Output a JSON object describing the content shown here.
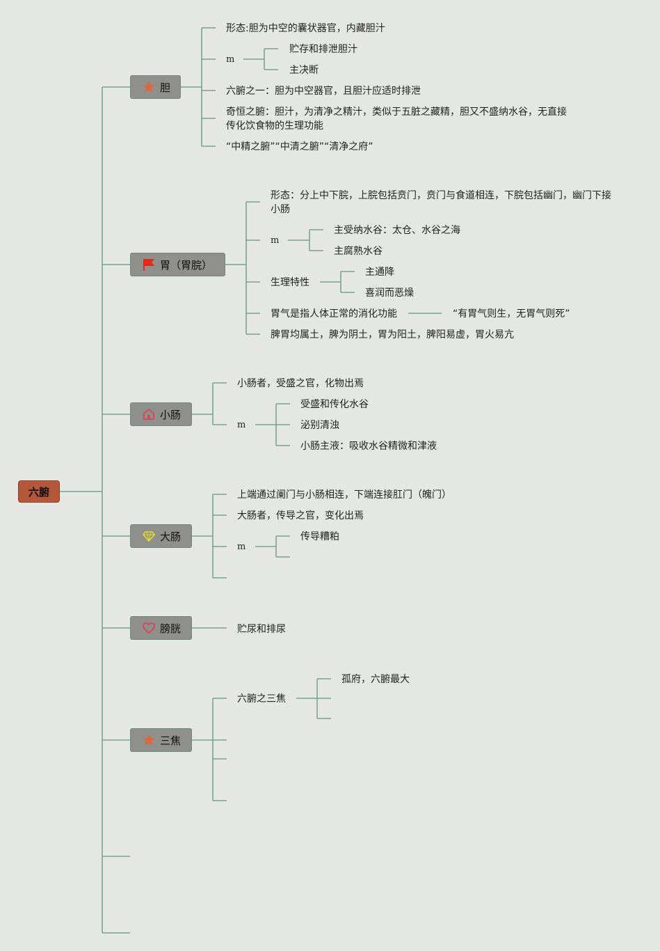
{
  "root": {
    "label": "六腑"
  },
  "nodes": {
    "dan": {
      "label": "胆",
      "icon": "star-icon",
      "items": [
        "形态:胆为中空的囊状器官，内藏胆汁",
        "m",
        "贮存和排泄胆汁",
        "主决断",
        "六腑之一：胆为中空器官，且胆汁应适时排泄",
        "奇恒之腑：胆汁，为清净之精汁，类似于五脏之藏精，胆又不盛纳水谷，无直接传化饮食物的生理功能",
        "“中精之腑”“中清之腑”“清净之府”"
      ]
    },
    "wei": {
      "label": "胃（胃脘）",
      "icon": "flag-icon",
      "items": [
        "形态：分上中下脘，上脘包括贲门，贲门与食道相连，下脘包括幽门，幽门下接小肠",
        "m",
        "主受纳水谷：太仓、水谷之海",
        "主腐熟水谷",
        "生理特性",
        "主通降",
        "喜润而恶燥",
        "胃气是指人体正常的消化功能",
        "“有胃气则生，无胃气则死”",
        "脾胃均属土，脾为阴土，胃为阳土，脾阳易虚，胃火易亢"
      ]
    },
    "xiaochang": {
      "label": "小肠",
      "icon": "home-icon",
      "items": [
        "小肠者，受盛之官，化物出焉",
        "m",
        "受盛和传化水谷",
        "泌别清浊",
        "小肠主液：吸收水谷精微和津液"
      ]
    },
    "dachang": {
      "label": "大肠",
      "icon": "diamond-icon",
      "items": [
        "上端通过阑门与小肠相连，下端连接肛门（魄门）",
        "大肠者，传导之官，变化出焉",
        "m",
        "传导糟粕"
      ]
    },
    "pangguang": {
      "label": "膀胱",
      "icon": "heart-icon",
      "items": [
        "贮尿和排尿"
      ]
    },
    "sanjiao": {
      "label": "三焦",
      "icon": "star-icon",
      "items": [
        "六腑之三焦",
        "孤府，六腑最大"
      ]
    }
  },
  "colors": {
    "line": "#5f9686",
    "node_bg": "#8f8f8b",
    "root_bg": "#b5573a",
    "background": "#e5e7e3",
    "star": "#e0663a",
    "flag": "#e02a1a",
    "home": "#d6455a",
    "diamond": "#e8d82a",
    "heart": "#d6455a"
  }
}
